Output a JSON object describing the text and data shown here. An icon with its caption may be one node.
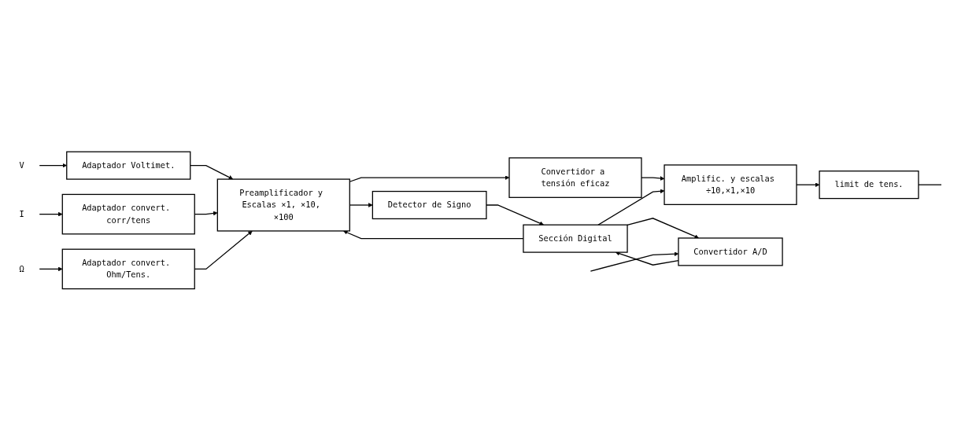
{
  "diagram": {
    "nodes": [
      {
        "text": [
          "V"
        ]
      },
      {
        "text": [
          "Adaptador Voltimet."
        ]
      },
      {
        "text": [
          "I"
        ]
      },
      {
        "text": [
          "Adaptador convert. corr/tens"
        ]
      },
      {
        "text": [
          "Ω"
        ]
      },
      {
        "text": [
          "Adaptador convert. Ohm/Tens."
        ]
      },
      {
        "text": [
          "Preamplificador y Escalas ×1, ×10, ×100"
        ]
      },
      {
        "text": [
          "Convertidor a tensión eficaz"
        ]
      },
      {
        "text": [
          "Amplific. y escalas ÷10,×1,×10"
        ]
      },
      {
        "text": [
          "limit de tens."
        ]
      },
      {
        "text": [
          "Detector de Signo"
        ]
      },
      {
        "text": [
          "Sección Digital"
        ]
      },
      {
        "text": [
          "Convertidor A/D"
        ]
      }
    ],
    "edges": [
      {
        "from": 0,
        "to": 1,
        "arrow": "to"
      },
      {
        "from": 2,
        "to": 3,
        "arrow": "to"
      },
      {
        "from": 4,
        "to": 5,
        "arrow": "to"
      },
      {
        "from": 1,
        "to": 6,
        "arrow": "to"
      },
      {
        "from": 3,
        "to": 6,
        "arrow": "to"
      },
      {
        "from": 5,
        "to": 6,
        "arrow": "to"
      },
      {
        "from": 6,
        "to": 7,
        "arrow": "to"
      },
      {
        "from": 6,
        "to": 10,
        "arrow": "to"
      },
      {
        "from": 7,
        "to": 8,
        "arrow": "to"
      },
      {
        "from": 8,
        "to": 9,
        "arrow": "to"
      },
      {
        "from": 9,
        "to": null,
        "arrow": "none"
      },
      {
        "from": 10,
        "to": 11,
        "arrow": "to"
      },
      {
        "from": 11,
        "to": 12,
        "arrow": "to"
      },
      {
        "from": 12,
        "to": 11,
        "arrow": "to"
      },
      {
        "from": null,
        "to": 12,
        "arrow": "to"
      },
      {
        "from": 11,
        "to": 6,
        "arrow": "to"
      },
      {
        "from": 11,
        "to": 8,
        "arrow": "to"
      }
    ]
  }
}
